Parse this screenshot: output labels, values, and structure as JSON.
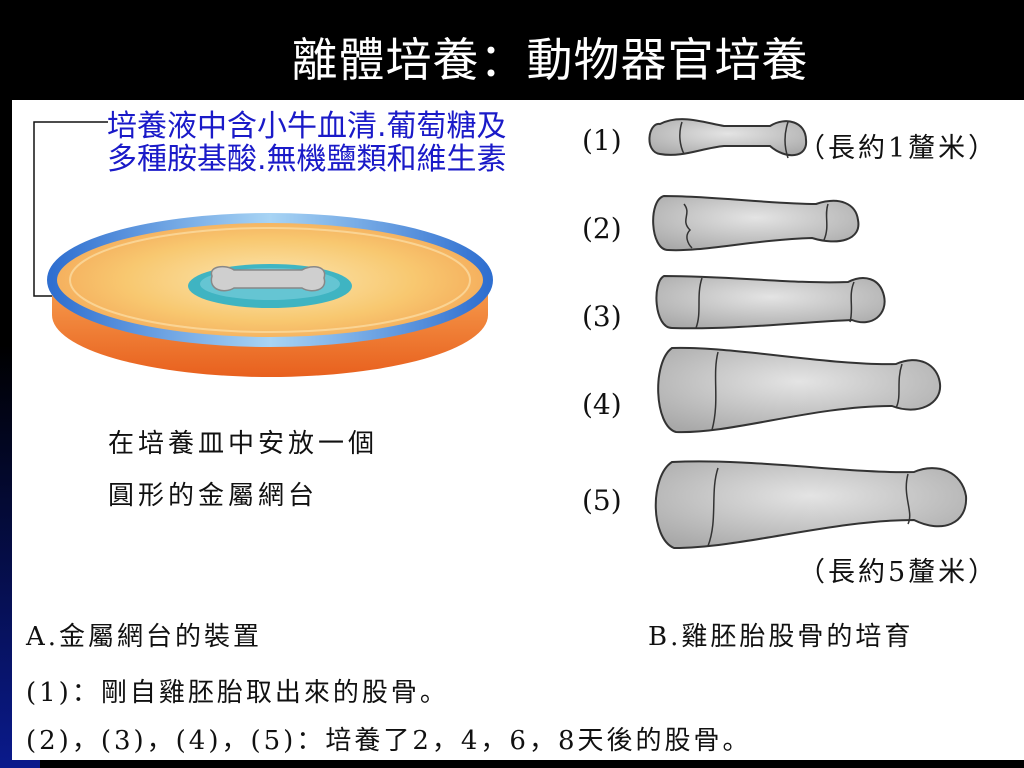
{
  "title": "離體培養：動物器官培養",
  "medium_text": "培養液中含小牛血清.葡萄糖及多種胺基酸.無機鹽類和維生素",
  "dish_caption": [
    "在培養皿中安放一個",
    "圓形的金屬網台"
  ],
  "stages": [
    {
      "label": "(1)"
    },
    {
      "label": "(2)"
    },
    {
      "label": "(3)"
    },
    {
      "label": "(4)"
    },
    {
      "label": "(5)"
    }
  ],
  "size_top": "（長約1釐米）",
  "size_bottom": "（長約5釐米）",
  "label_a": "A.金屬網台的裝置",
  "label_b": "B.雞胚胎股骨的培育",
  "note_1": "(1)：剛自雞胚胎取出來的股骨。",
  "note_2": "(2)，(3)，(4)，(5)：培養了2，4，6，8天後的股骨。",
  "colors": {
    "medium_text": "#1a1ac8",
    "dish_rim": "#4a8fd8",
    "dish_base": "#f07a30",
    "dish_fill": "#f8c870",
    "grid": "#2ab0c8",
    "bone": "#bdbdbd"
  }
}
